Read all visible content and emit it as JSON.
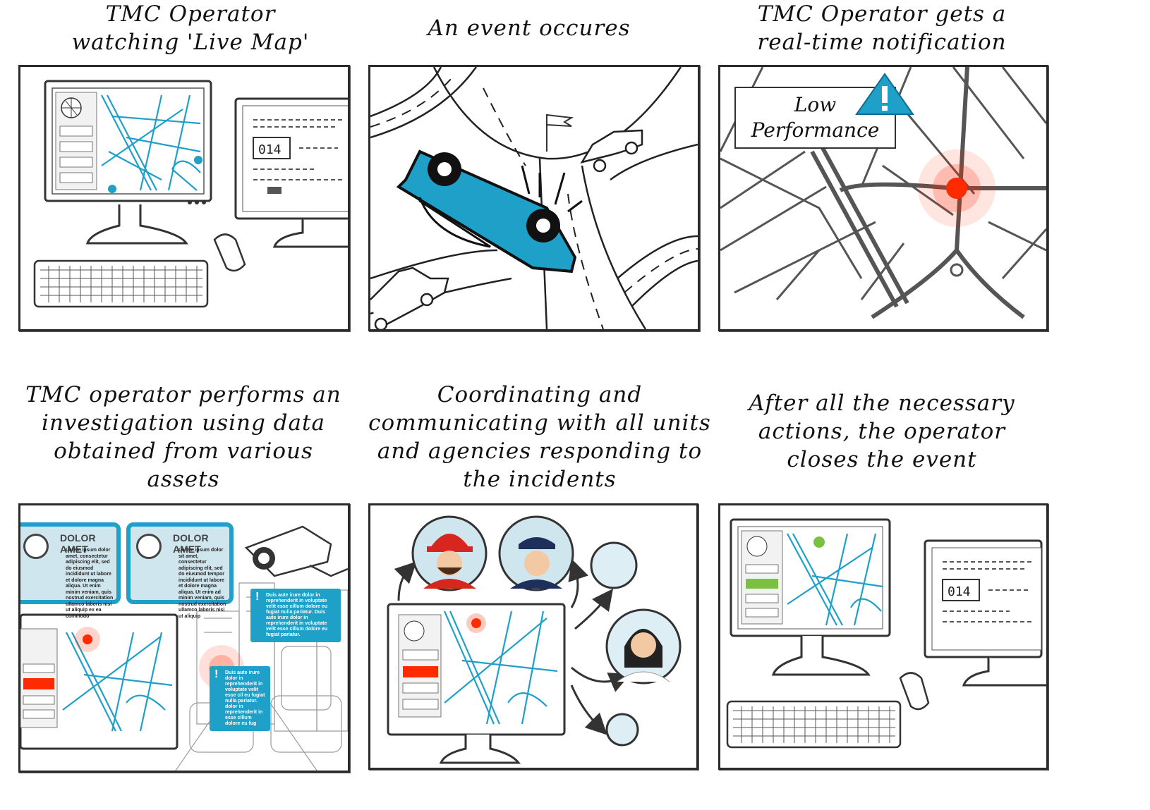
{
  "captions": {
    "p1": [
      "TMC Operator",
      "watching 'Live Map'"
    ],
    "p2": [
      "An event occures"
    ],
    "p3": [
      "TMC Operator gets a",
      "real-time notification"
    ],
    "p4": [
      "TMC operator performs an",
      "investigation using data",
      "obtained from various",
      "assets"
    ],
    "p5": [
      "Coordinating and",
      "communicating with all units",
      "and agencies responding to",
      "the incidents"
    ],
    "p6": [
      "After all the necessary",
      "actions, the operator",
      "closes the event"
    ]
  },
  "panel1": {
    "counter": "014"
  },
  "panel3": {
    "notification": [
      "Low",
      "Performance"
    ],
    "warning_icon": "warning-triangle-icon"
  },
  "panel4": {
    "card1": {
      "title": "DOLOR AMET",
      "body": "Lorem ipsum dolor amet, consectetur adipiscing elit, sed do eiusmod incididunt ut labore et dolore magna aliqua. Ut enim minim veniam, quis nostrud exercitation ullamco laboris nisi ut aliquip ex ea commodo"
    },
    "card2": {
      "title": "DOLOR AMET",
      "body": "Lorem ipsum dolor sit amet, consectetur adipiscing elit, sed do eiusmod tempor incididunt ut labore et dolore magna aliqua. Ut enim ad minim veniam, quis nostrud exercitation ullamco laboris nisi ut aliquip"
    },
    "bubble1": "Duis aute irure dolor in reprehenderit in voluptate velit esse cillum dolore eu fugiat nulla pariatur. Duis aute irure dolor in reprehenderit in voluptate velit esse cillum dolore eu fugiat pariatur.",
    "bubble2": "Duis aute irure dolor in reprehenderit in voluptate velit esse cil eu fugiat nulla pariatur. dolor in reprehenderit in esse cillum dolore eu fug"
  },
  "panel6": {
    "counter": "014"
  },
  "colors": {
    "accent": "#1ea0c8",
    "alert": "#ff2a00",
    "ok": "#7ac143",
    "ink": "#2a2a2a"
  }
}
